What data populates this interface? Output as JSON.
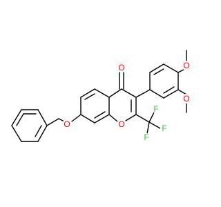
{
  "structure": {
    "atom_colors": {
      "O": "#ff0000",
      "F": "#33cc33"
    },
    "labels": {
      "carbonyl_o": "O",
      "ring_o": "O",
      "benzyl_o": "O",
      "ome_o1": "O",
      "ome_o2": "O",
      "f1": "F",
      "f2": "F",
      "f3": "F"
    }
  }
}
